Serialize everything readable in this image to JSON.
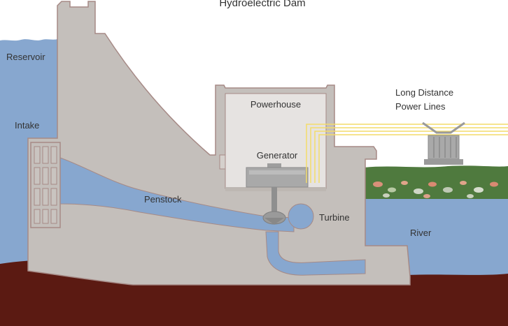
{
  "diagram": {
    "title": "Hydroelectric Dam",
    "labels": {
      "reservoir": "Reservoir",
      "intake": "Intake",
      "powerhouse": "Powerhouse",
      "generator": "Generator",
      "penstock": "Penstock",
      "turbine": "Turbine",
      "river": "River",
      "power_lines_line1": "Long Distance",
      "power_lines_line2": "Power Lines"
    }
  },
  "colors": {
    "water": "#87a7cf",
    "water_dark": "#6f93c2",
    "concrete": "#c4bfbb",
    "concrete_edge": "#a68a86",
    "ground": "#5b1a12",
    "powerhouse_interior": "#e6e3e1",
    "generator": "#a9a9a9",
    "power_line": "#f3dc6a",
    "grass": "#4f7a3e"
  }
}
